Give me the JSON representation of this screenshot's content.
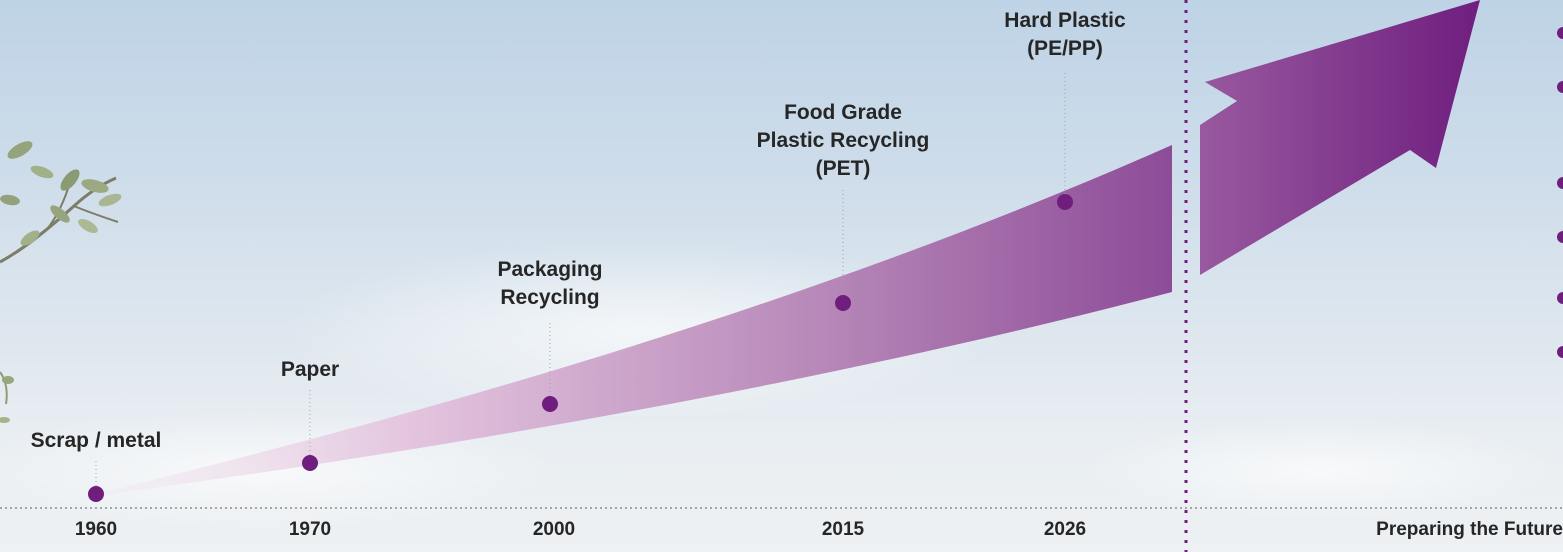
{
  "colors": {
    "accent": "#6f1e7e",
    "arrow_light": "#e9cde4",
    "divider": "#6f1e7e"
  },
  "timeline": {
    "milestones": [
      {
        "year": "1960",
        "lines": [
          "Scrap / metal"
        ]
      },
      {
        "year": "1970",
        "lines": [
          "Paper"
        ]
      },
      {
        "year": "2000",
        "lines": [
          "Packaging",
          "Recycling"
        ]
      },
      {
        "year": "2015",
        "lines": [
          "Food Grade",
          "Plastic Recycling",
          "(PET)"
        ]
      },
      {
        "year": "2026",
        "lines": [
          "Hard Plastic",
          "(PE/PP)"
        ]
      }
    ],
    "future_label": "Preparing the Future",
    "bullet_count": 6
  }
}
